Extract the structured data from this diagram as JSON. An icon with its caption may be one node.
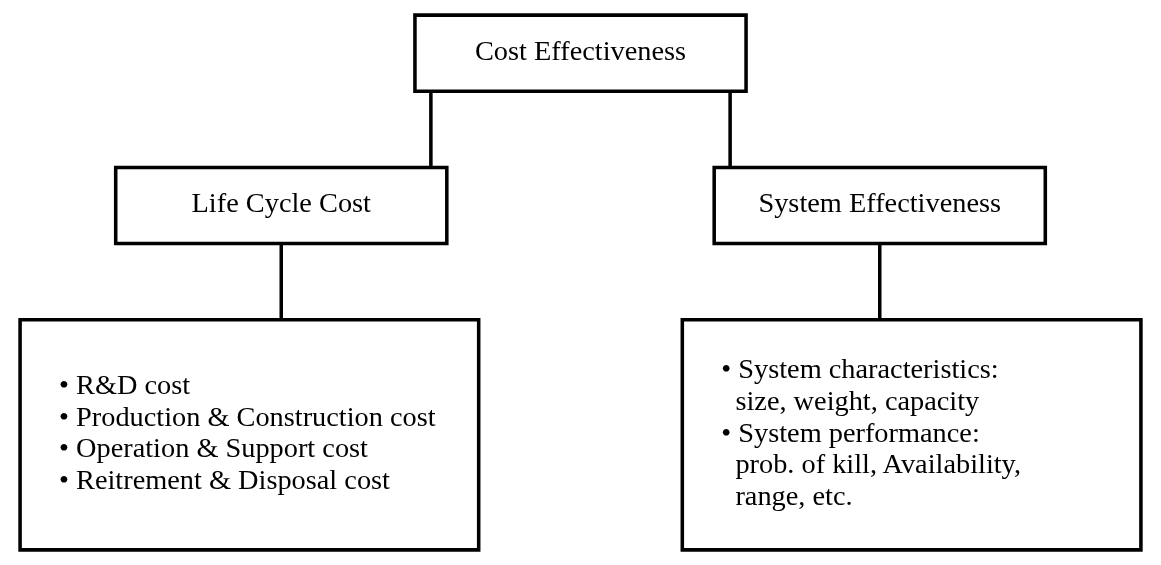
{
  "diagram": {
    "nodes": [
      {
        "text": [
          "Cost Effectiveness"
        ]
      },
      {
        "text": [
          "Life Cycle Cost"
        ]
      },
      {
        "text": [
          "System Effectiveness"
        ]
      },
      {
        "text": [
          "• R&D cost",
          "• Production & Construction cost",
          "• Operation & Support cost",
          "• Reitrement & Disposal cost"
        ]
      },
      {
        "text": [
          "• System characteristics: size, weight, capacity",
          "• System performance: prob. of kill, Availability, range, etc."
        ]
      }
    ],
    "edges": [
      {
        "from": 0,
        "to": 1,
        "arrow": "none"
      },
      {
        "from": 0,
        "to": 2,
        "arrow": "none"
      },
      {
        "from": 1,
        "to": 3,
        "arrow": "none"
      },
      {
        "from": 2,
        "to": 4,
        "arrow": "none"
      }
    ]
  }
}
